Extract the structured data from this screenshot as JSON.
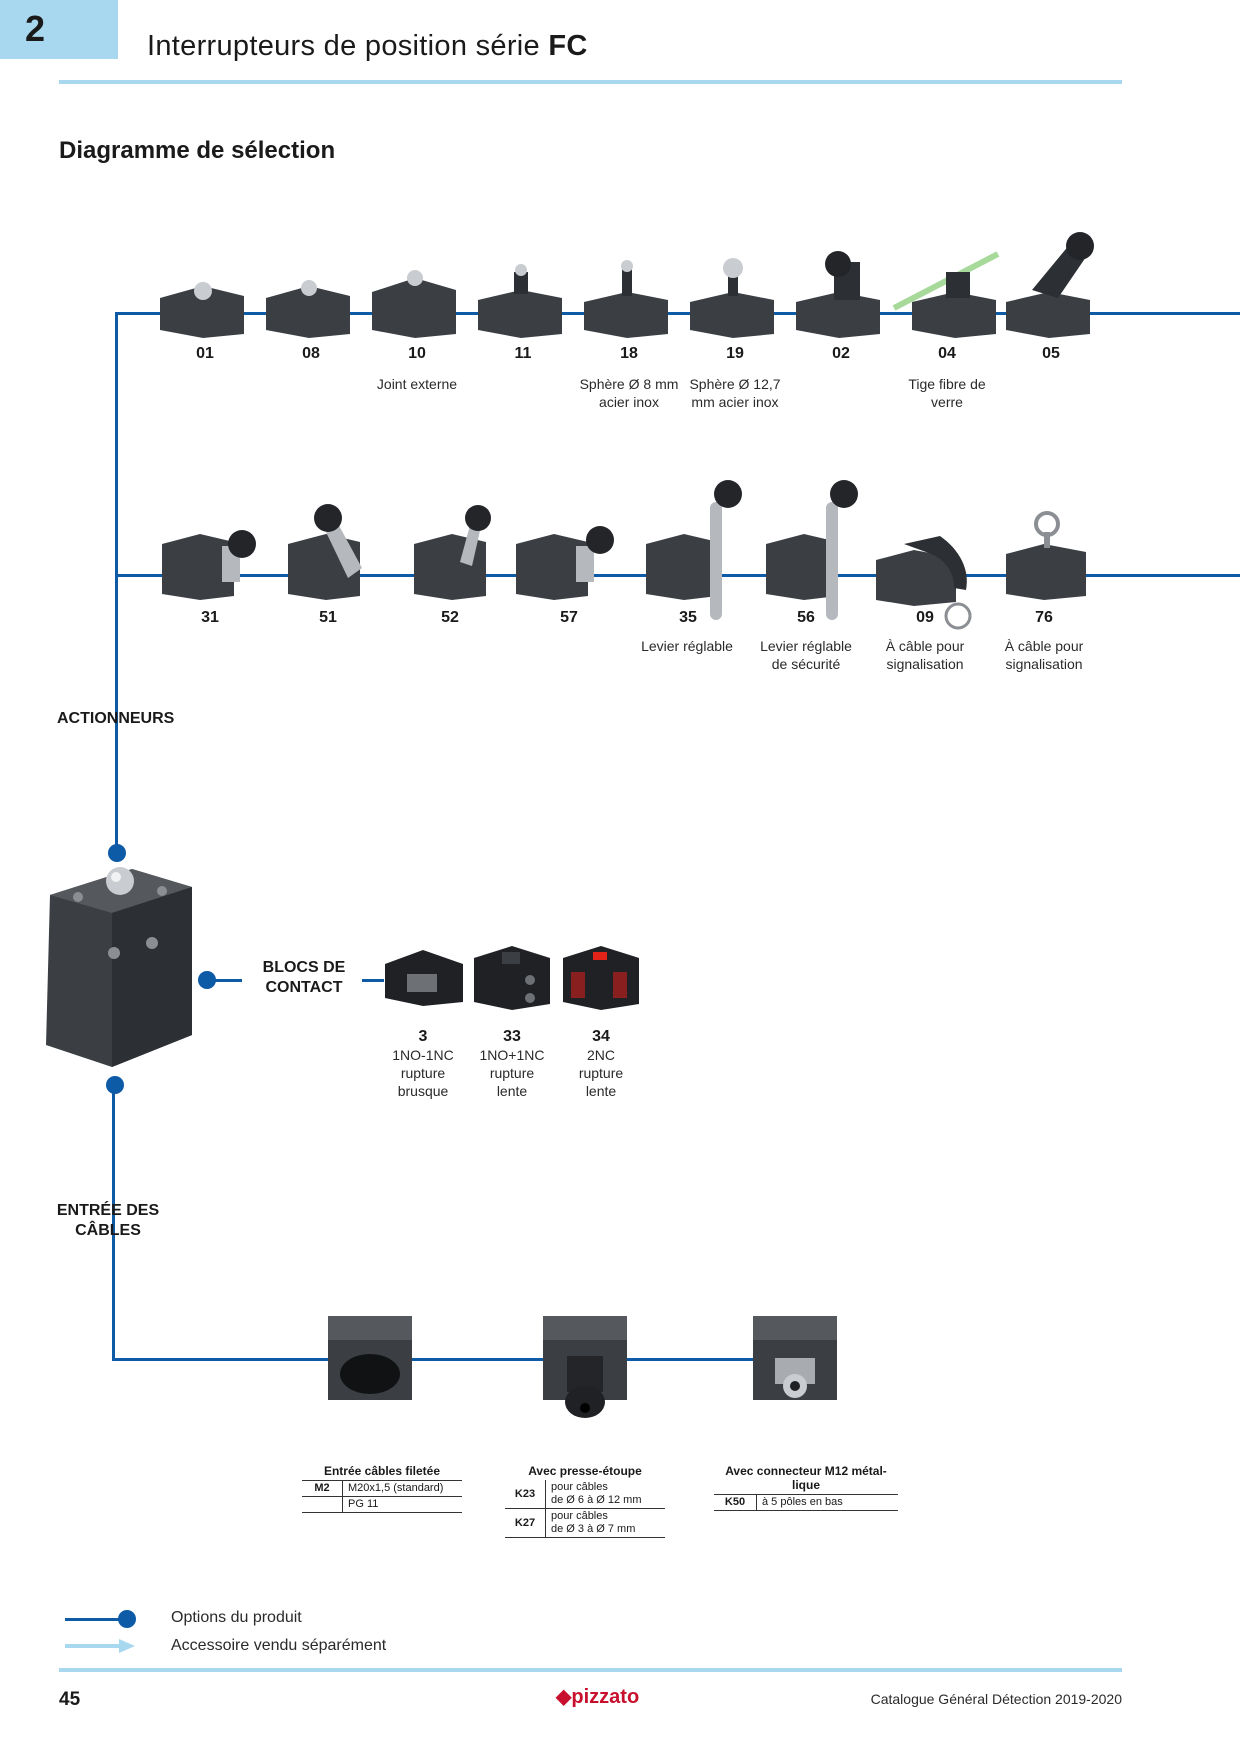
{
  "header": {
    "chapter": "2",
    "title_prefix": "Interrupteurs de position série",
    "title_bold": "FC"
  },
  "section_title": "Diagramme de sélection",
  "groups": {
    "actuators": "ACTIONNEURS",
    "contacts_line1": "BLOCS DE",
    "contacts_line2": "CONTACT",
    "cables_line1": "ENTRÉE DES",
    "cables_line2": "CÂBLES"
  },
  "row1": [
    {
      "code": "01",
      "desc": ""
    },
    {
      "code": "08",
      "desc": ""
    },
    {
      "code": "10",
      "desc": "Joint externe"
    },
    {
      "code": "11",
      "desc": ""
    },
    {
      "code": "18",
      "desc": "Sphère Ø 8 mm acier inox"
    },
    {
      "code": "19",
      "desc": "Sphère Ø 12,7 mm acier inox"
    },
    {
      "code": "02",
      "desc": ""
    },
    {
      "code": "04",
      "desc": "Tige fibre de verre"
    },
    {
      "code": "05",
      "desc": ""
    }
  ],
  "row2": [
    {
      "code": "31",
      "desc": ""
    },
    {
      "code": "51",
      "desc": ""
    },
    {
      "code": "52",
      "desc": ""
    },
    {
      "code": "57",
      "desc": ""
    },
    {
      "code": "35",
      "desc": "Levier réglable"
    },
    {
      "code": "56",
      "desc": "Levier réglable de sécurité"
    },
    {
      "code": "09",
      "desc": "À câble pour signalisation"
    },
    {
      "code": "76",
      "desc": "À câble pour signalisation"
    }
  ],
  "contact_blocks": [
    {
      "code": "3",
      "l1": "1NO-1NC",
      "l2": "rupture",
      "l3": "brusque"
    },
    {
      "code": "33",
      "l1": "1NO+1NC",
      "l2": "rupture",
      "l3": "lente"
    },
    {
      "code": "34",
      "l1": "2NC",
      "l2": "rupture",
      "l3": "lente"
    }
  ],
  "cable_tables": {
    "threaded": {
      "title": "Entrée câbles filetée",
      "rows": [
        {
          "k": "M2",
          "v": "M20x1,5 (standard)"
        },
        {
          "k": "",
          "v": "PG 11"
        }
      ]
    },
    "gland": {
      "title": "Avec presse-étoupe",
      "rows": [
        {
          "k": "K23",
          "v1": "pour câbles",
          "v2": "de Ø 6 à Ø 12 mm"
        },
        {
          "k": "K27",
          "v1": "pour câbles",
          "v2": "de Ø 3 à Ø 7 mm"
        }
      ]
    },
    "connector": {
      "title1": "Avec connecteur M12 métal-",
      "title2": "lique",
      "rows": [
        {
          "k": "K50",
          "v": "à 5 pôles en bas"
        }
      ]
    }
  },
  "legend": {
    "options": "Options du produit",
    "accessory": "Accessoire vendu séparément"
  },
  "footer": {
    "page": "45",
    "brand": "pizzato",
    "catalog": "Catalogue Général Détection 2019-2020"
  },
  "colors": {
    "tab": "#a8d7f0",
    "line": "#0d5aa7",
    "accessory_arrow": "#a8d7f0",
    "brand": "#c8102e"
  }
}
